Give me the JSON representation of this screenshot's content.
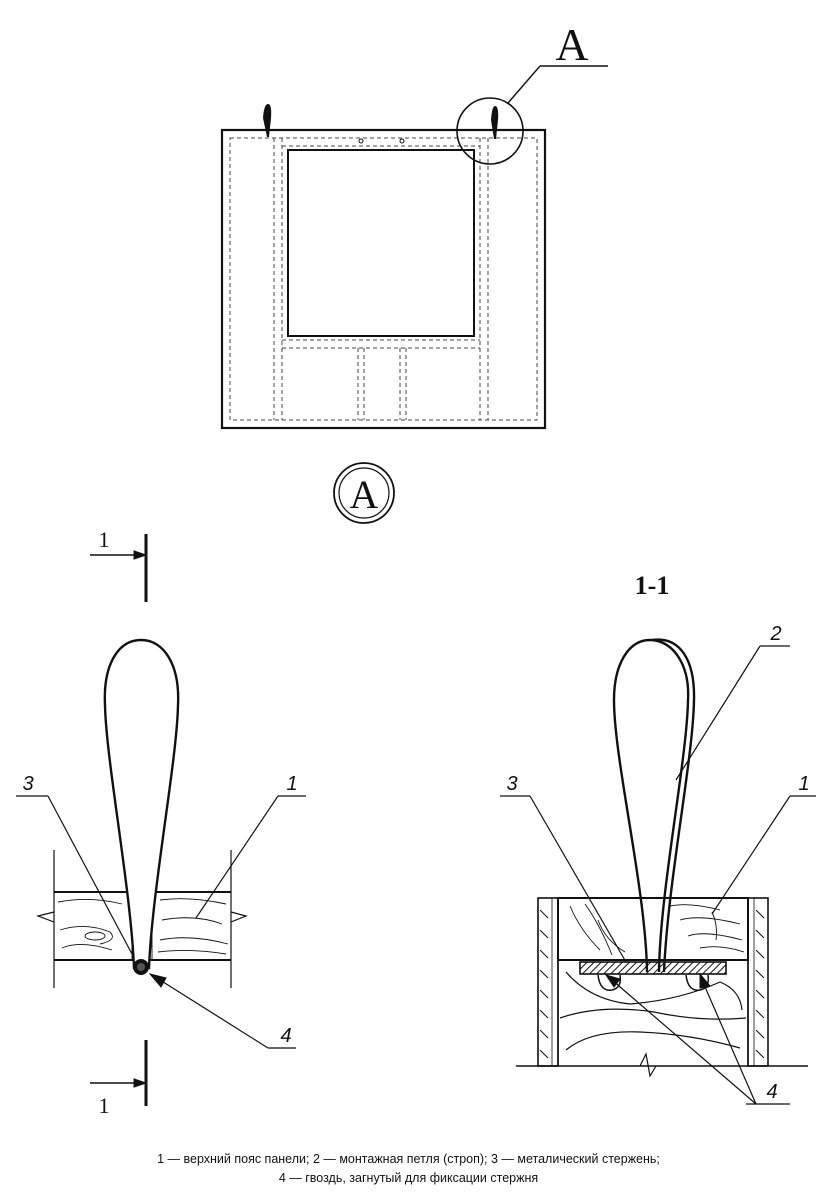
{
  "labels": {
    "callout": "A",
    "view": "A",
    "section_title": "1-1",
    "cut_mark_top": "1",
    "cut_mark_bottom": "1",
    "n1": "1",
    "n2": "2",
    "n3": "3",
    "n4": "4"
  },
  "caption": {
    "line1": "1 — верхний пояс панели; 2 — монтажная петля (строп); 3 — металический стержень;",
    "line2": "4 — гвоздь, загнутый для фиксации стержня"
  }
}
